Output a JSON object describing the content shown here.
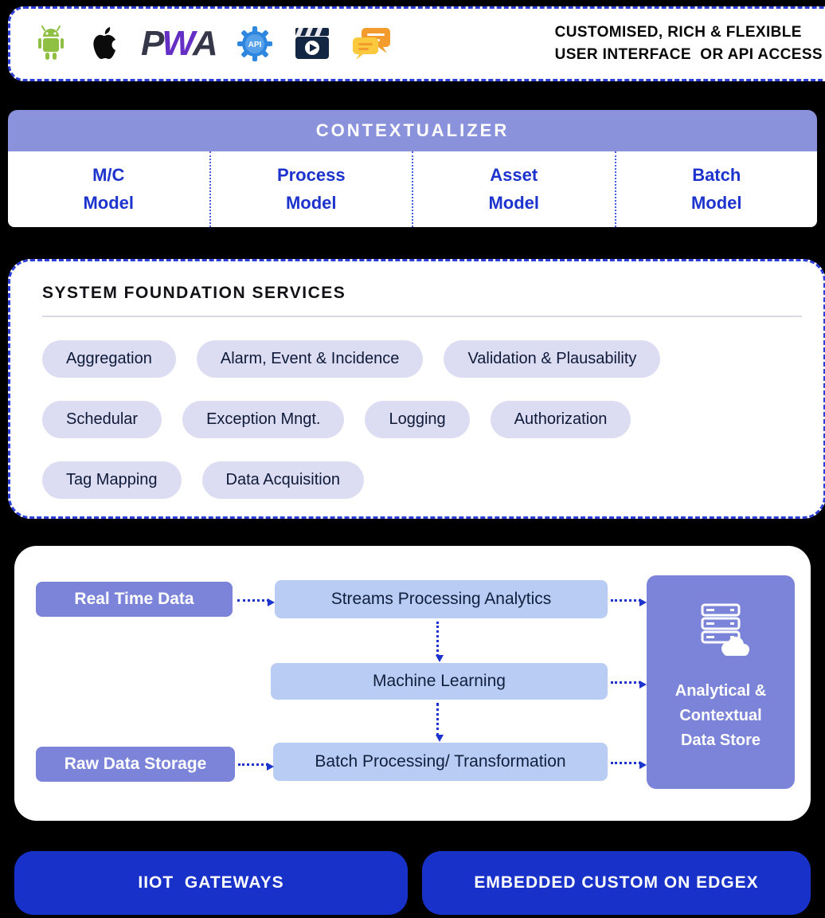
{
  "top_bar": {
    "icons": [
      "android-icon",
      "apple-icon",
      "pwa-logo",
      "api-gear-icon",
      "clapperboard-icon",
      "chat-bubbles-icon"
    ],
    "pwa_p": "P",
    "pwa_w": "W",
    "pwa_a": "A",
    "api_label": "API",
    "caption_line1": "CUSTOMISED, RICH & FLEXIBLE",
    "caption_line2": "USER INTERFACE  OR API ACCESS"
  },
  "contextualizer": {
    "title": "CONTEXTUALIZER",
    "models": [
      {
        "top": "M/C",
        "bottom": "Model"
      },
      {
        "top": "Process",
        "bottom": "Model"
      },
      {
        "top": "Asset",
        "bottom": "Model"
      },
      {
        "top": "Batch",
        "bottom": "Model"
      }
    ]
  },
  "foundation": {
    "title": "SYSTEM FOUNDATION SERVICES",
    "rows": [
      [
        "Aggregation",
        "Alarm, Event & Incidence",
        "Validation & Plausability"
      ],
      [
        "Schedular",
        "Exception Mngt.",
        "Logging",
        "Authorization"
      ],
      [
        "Tag Mapping",
        "Data Acquisition"
      ]
    ]
  },
  "pipeline": {
    "real_time": "Real Time Data",
    "streams": "Streams Processing Analytics",
    "machine_learning": "Machine Learning",
    "batch": "Batch Processing/ Transformation",
    "raw_storage": "Raw Data Storage",
    "store_lines": [
      "Analytical &",
      "Contextual",
      "Data Store"
    ]
  },
  "footer": {
    "left": "IIOT  GATEWAYS",
    "right": "EMBEDDED CUSTOM ON EDGEX"
  },
  "colors": {
    "dashed_border": "#2b3fd6",
    "contextualizer_header": "#8a92dc",
    "model_text": "#1d33cd",
    "pill_bg": "#dcddf3",
    "purple_box": "#7b84d8",
    "light_blue_box": "#b9cdf4",
    "footer_button": "#1832c9",
    "arrow": "#1d33cd",
    "android_green": "#8fc043",
    "pwa_purple": "#652ec4",
    "api_blue": "#2e86de",
    "chat_orange": "#f39c2d"
  }
}
